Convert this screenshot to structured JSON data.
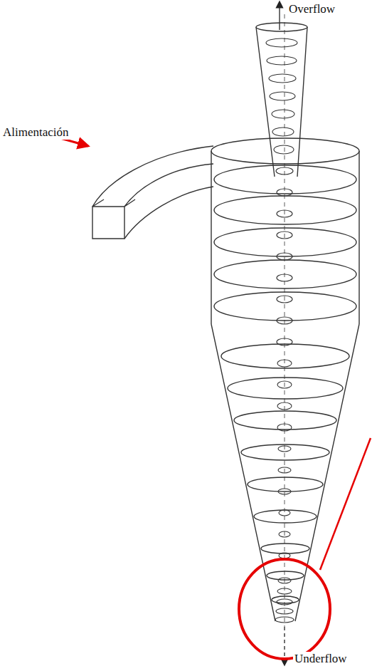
{
  "diagram": {
    "labels": [
      "Overflow",
      "Alimentación",
      "Underflow"
    ]
  }
}
